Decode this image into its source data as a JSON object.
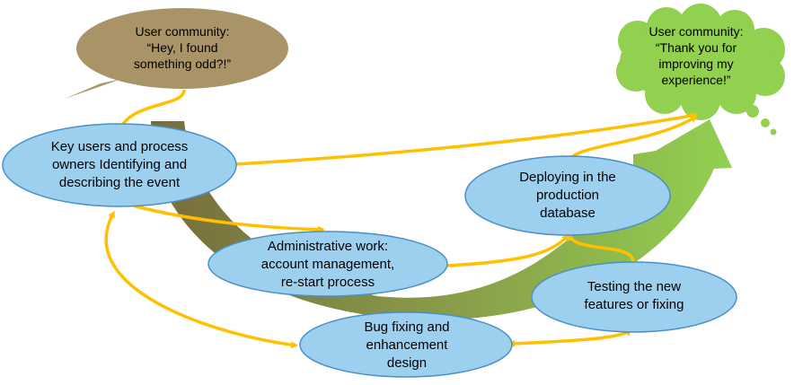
{
  "colors": {
    "ellipse_fill": "#9dd0ee",
    "ellipse_stroke": "#4a90c8",
    "arrow": "#ffc000",
    "big_arrow_start": "#776c3c",
    "big_arrow_end": "#92d050",
    "speech_bubble": "#a99467",
    "thought_cloud": "#92d050"
  },
  "speech_bubble": {
    "text": "User community:\n“Hey, I found\nsomething odd?!”",
    "icon": "speech-bubble"
  },
  "thought_cloud": {
    "text": "User community:\n“Thank you for\nimproving my\nexperience!”",
    "icon": "thought-cloud"
  },
  "steps": {
    "identify": "Key users and process\nowners Identifying and\ndescribing the event",
    "admin": "Administrative work:\naccount management,\nre-start process",
    "bugfix": "Bug fixing and\nenhancement\ndesign",
    "testing": "Testing the new\nfeatures or fixing",
    "deploy": "Deploying in the\nproduction\ndatabase"
  }
}
